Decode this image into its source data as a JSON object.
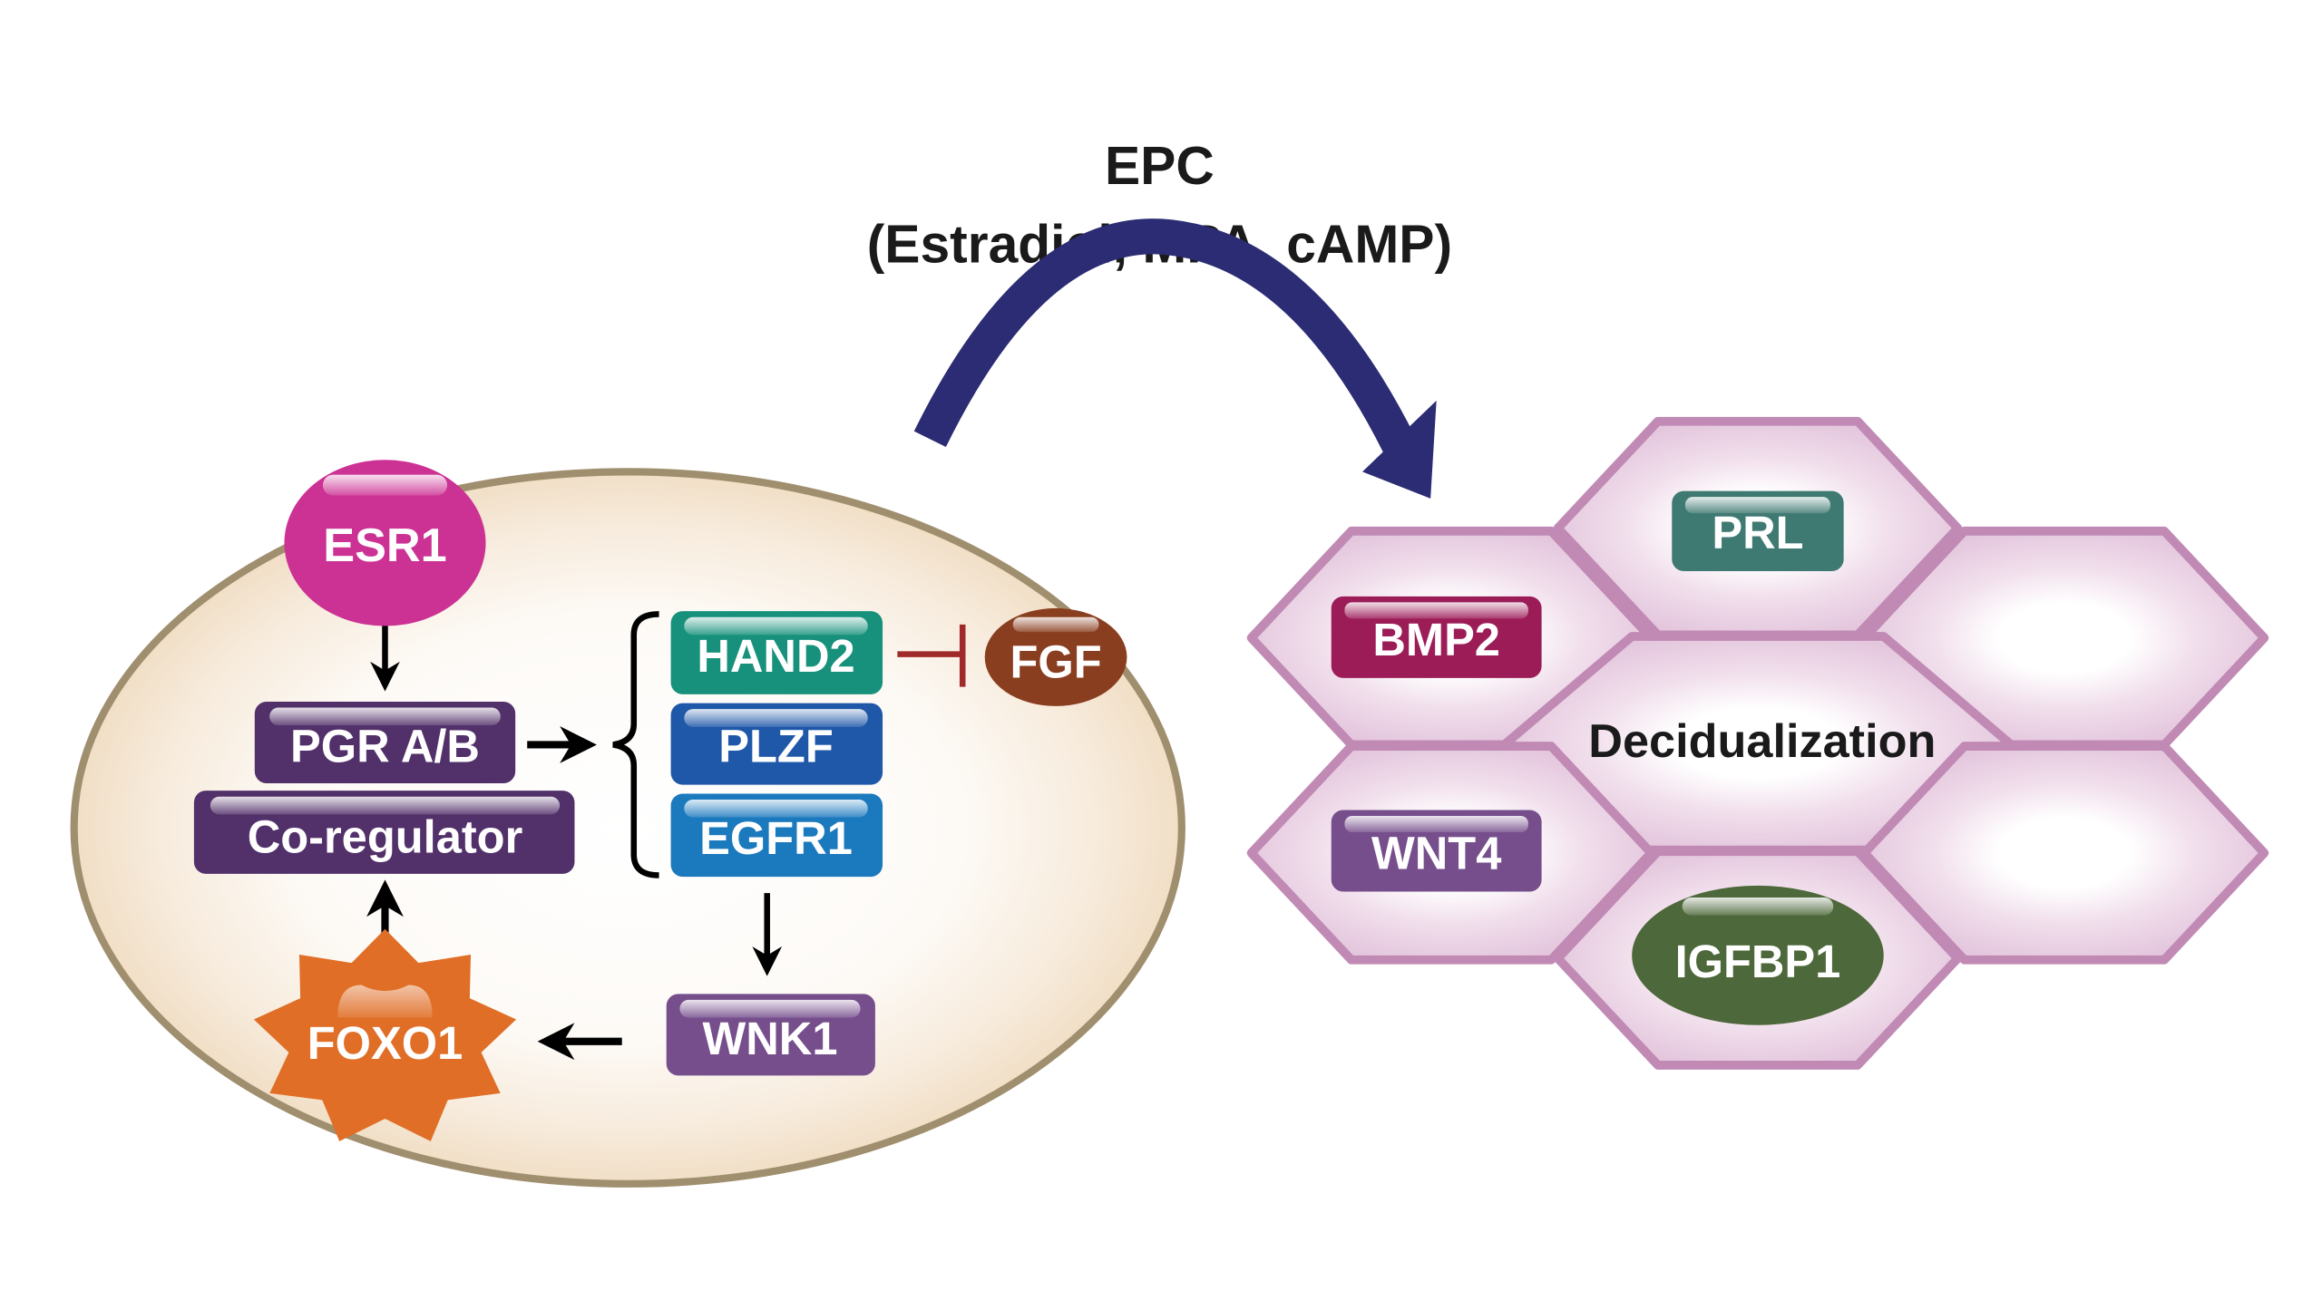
{
  "title": {
    "line1": "EPC",
    "line2": "(Estradiol, MPA, cAMP)"
  },
  "colors": {
    "cell_fill": "#f3e2cc",
    "cell_stroke": "#a08f6e",
    "transition_arrow": "#2c2c74",
    "hex_fill": "#e5c5de",
    "hex_stroke": "#c08ab5",
    "inhibition": "#a02a2a"
  },
  "stromal_cell": {
    "nodes": {
      "esr1": {
        "label": "ESR1",
        "color": "#cc3194",
        "shape": "ellipse"
      },
      "pgr": {
        "label": "PGR A/B",
        "color": "#52306a",
        "shape": "rounded-rect"
      },
      "coregulator": {
        "label": "Co-regulator",
        "color": "#52306a",
        "shape": "rounded-rect"
      },
      "hand2": {
        "label": "HAND2",
        "color": "#17917b",
        "shape": "rounded-rect"
      },
      "plzf": {
        "label": "PLZF",
        "color": "#1f58a8",
        "shape": "rounded-rect"
      },
      "egfr1": {
        "label": "EGFR1",
        "color": "#1b79bd",
        "shape": "rounded-rect"
      },
      "fgf": {
        "label": "FGF",
        "color": "#8a3e20",
        "shape": "ellipse"
      },
      "wnk1": {
        "label": "WNK1",
        "color": "#764e8c",
        "shape": "rounded-rect"
      },
      "foxo1": {
        "label": "FOXO1",
        "color": "#e06e26",
        "shape": "starburst"
      }
    },
    "edges": [
      {
        "from": "ESR1",
        "to": "PGR A/B",
        "type": "activation"
      },
      {
        "from": "PGR A/B",
        "to": "HAND2/PLZF/EGFR1",
        "type": "activation"
      },
      {
        "from": "HAND2",
        "to": "FGF",
        "type": "inhibition"
      },
      {
        "from": "EGFR1",
        "to": "WNK1",
        "type": "activation"
      },
      {
        "from": "WNK1",
        "to": "FOXO1",
        "type": "activation"
      },
      {
        "from": "FOXO1",
        "to": "Co-regulator",
        "type": "activation"
      }
    ]
  },
  "decidual_cells": {
    "center_label": "Decidualization",
    "markers": {
      "prl": {
        "label": "PRL",
        "color": "#3f7a72",
        "shape": "rounded-rect"
      },
      "bmp2": {
        "label": "BMP2",
        "color": "#9c1c58",
        "shape": "rounded-rect"
      },
      "wnt4": {
        "label": "WNT4",
        "color": "#764e8c",
        "shape": "rounded-rect"
      },
      "igfbp1": {
        "label": "IGFBP1",
        "color": "#4d683a",
        "shape": "ellipse"
      }
    }
  }
}
